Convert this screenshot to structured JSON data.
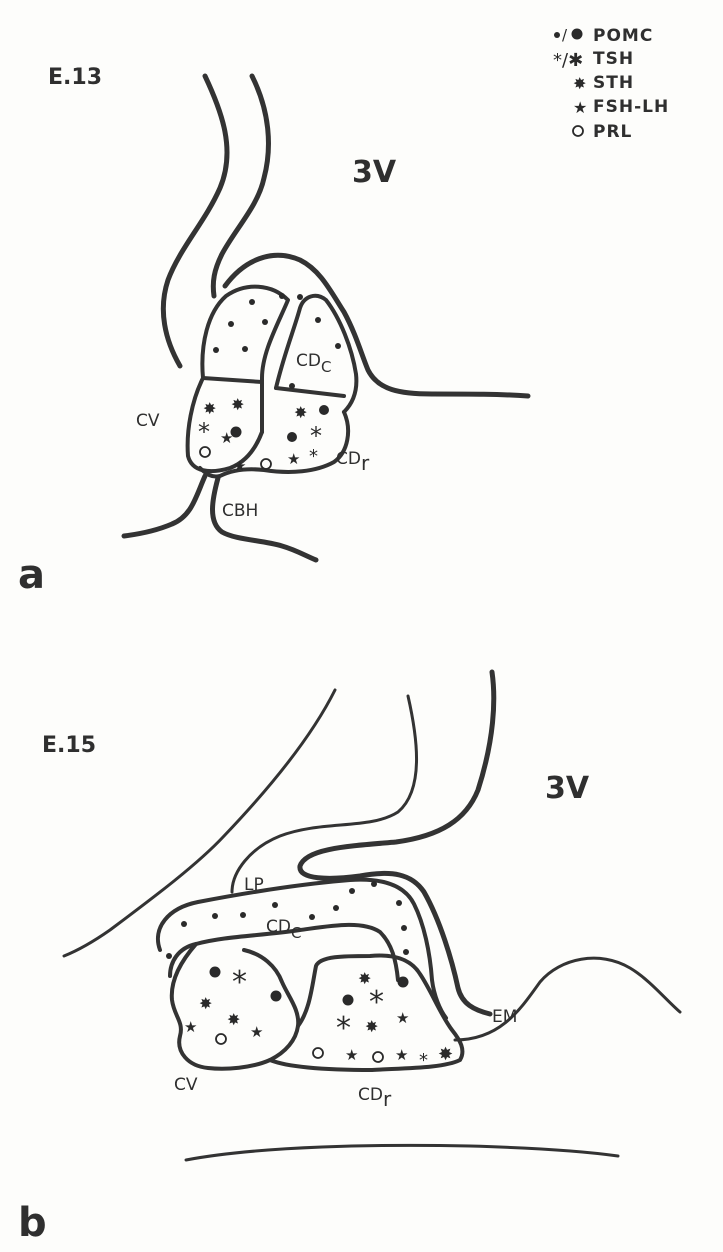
{
  "legend": [
    {
      "symbol": "•/●",
      "label": "POMC"
    },
    {
      "symbol": "*/✱",
      "label": "TSH"
    },
    {
      "symbol": "✸",
      "label": "STH"
    },
    {
      "symbol": "★",
      "label": "FSH-LH"
    },
    {
      "symbol": "○",
      "label": "PRL"
    }
  ],
  "panel_a": {
    "letter": "a",
    "stage": "E.13",
    "labels": {
      "third_ventricle": "3V",
      "cv": "CV",
      "cdc_main": "CD",
      "cdc_sub": "C",
      "cdr_main": "CD",
      "cdr_sub": "r",
      "cbh": "CBH"
    }
  },
  "panel_b": {
    "letter": "b",
    "stage": "E.15",
    "labels": {
      "third_ventricle": "3V",
      "lp": "LP",
      "cdc_main": "CD",
      "cdc_sub": "C",
      "em": "EM",
      "cv": "CV",
      "cdr_main": "CD",
      "cdr_sub": "r"
    }
  },
  "colors": {
    "ink": "#333333",
    "paper": "#fdfdfb"
  },
  "symbol_types": {
    "pomc": "filled-dot",
    "tsh": "asterisk",
    "sth": "burst",
    "fsh_lh": "star",
    "prl": "open-circle"
  }
}
